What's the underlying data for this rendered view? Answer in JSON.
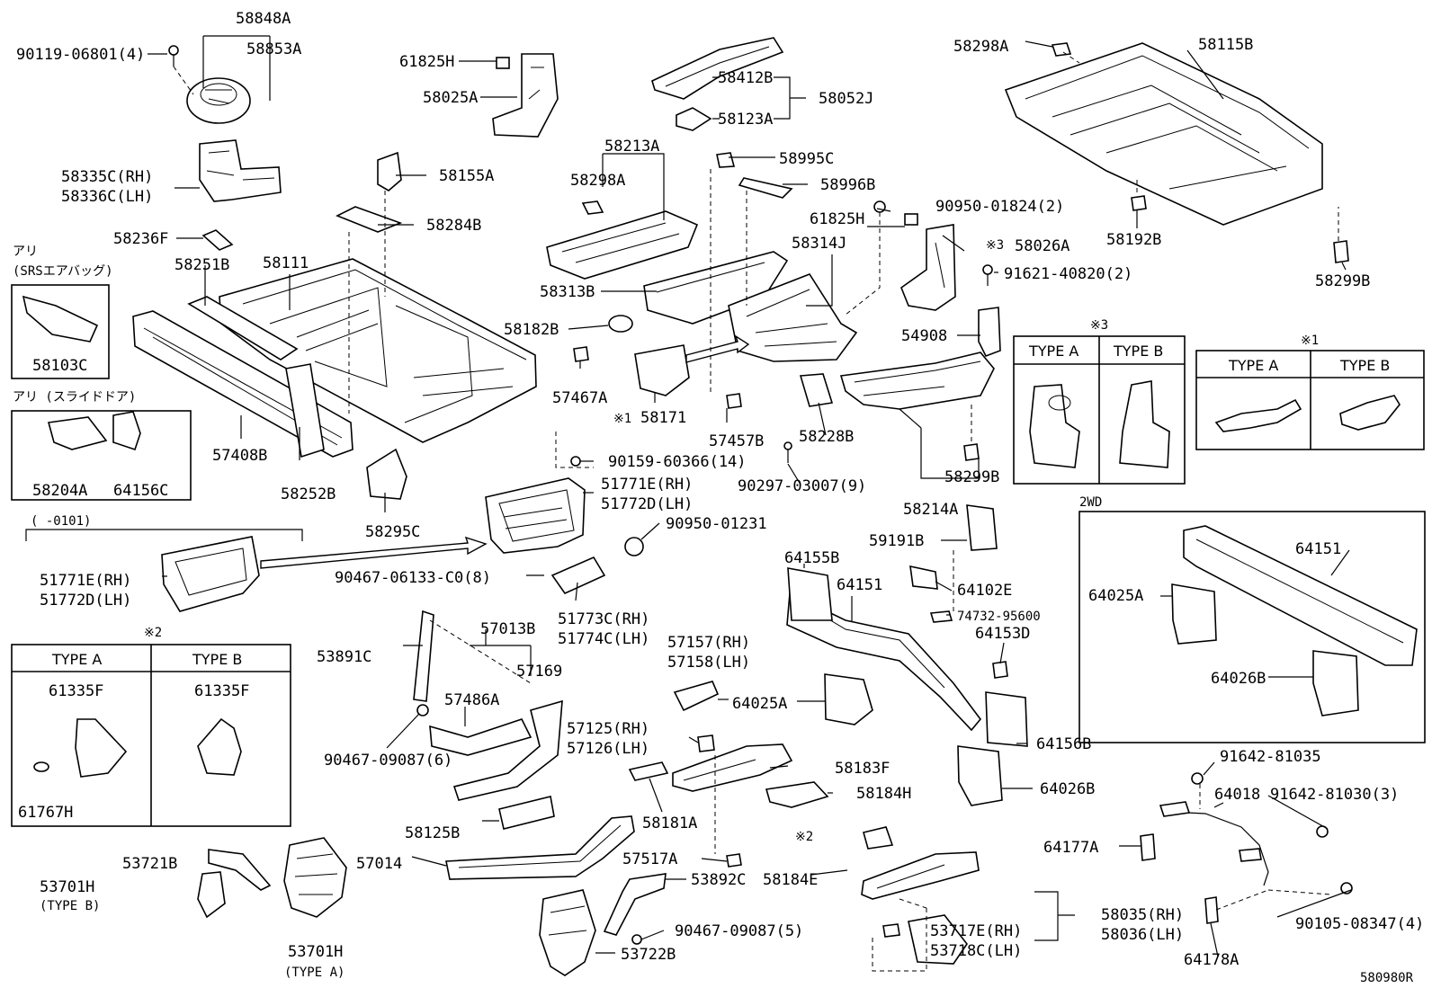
{
  "diagram_code": "580980R",
  "groups": {
    "srs_airbag": "アリ\n(SRSエアバッグ)",
    "slide_door": "アリ (スライドドア)",
    "date_range": "(  -0101)",
    "type_b_53701h": "(TYPE B)",
    "type_a_53701h": "(TYPE A)",
    "box_2wd": "2WD",
    "mark_1": "※1",
    "mark_2": "※2",
    "mark_3": "※3",
    "type_a": "TYPE A",
    "type_b": "TYPE B"
  },
  "labels": [
    {
      "id": "l1",
      "text": "58848A"
    },
    {
      "id": "l2",
      "text": "58853A"
    },
    {
      "id": "l3",
      "text": "90119-06801(4)"
    },
    {
      "id": "l4",
      "text": "58335C(RH)"
    },
    {
      "id": "l5",
      "text": "58336C(LH)"
    },
    {
      "id": "l6",
      "text": "58236F"
    },
    {
      "id": "l7",
      "text": "58251B"
    },
    {
      "id": "l8",
      "text": "58111"
    },
    {
      "id": "l9",
      "text": "58103C"
    },
    {
      "id": "l10",
      "text": "58204A"
    },
    {
      "id": "l11",
      "text": "64156C"
    },
    {
      "id": "l12",
      "text": "57408B"
    },
    {
      "id": "l13",
      "text": "58252B"
    },
    {
      "id": "l14",
      "text": "58295C"
    },
    {
      "id": "l15",
      "text": "51771E(RH)"
    },
    {
      "id": "l16",
      "text": "51772D(LH)"
    },
    {
      "id": "l17",
      "text": "61335F"
    },
    {
      "id": "l18",
      "text": "61335F"
    },
    {
      "id": "l19",
      "text": "61767H"
    },
    {
      "id": "l20",
      "text": "53701H"
    },
    {
      "id": "l21",
      "text": "53721B"
    },
    {
      "id": "l22",
      "text": "53701H"
    },
    {
      "id": "l23",
      "text": "61825H"
    },
    {
      "id": "l24",
      "text": "58025A"
    },
    {
      "id": "l25",
      "text": "58155A"
    },
    {
      "id": "l26",
      "text": "58284B"
    },
    {
      "id": "l27",
      "text": "58412B"
    },
    {
      "id": "l28",
      "text": "58052J"
    },
    {
      "id": "l29",
      "text": "58123A"
    },
    {
      "id": "l30",
      "text": "58213A"
    },
    {
      "id": "l31",
      "text": "58298A"
    },
    {
      "id": "l32",
      "text": "58995C"
    },
    {
      "id": "l33",
      "text": "58996B"
    },
    {
      "id": "l34",
      "text": "58313B"
    },
    {
      "id": "l35",
      "text": "58182B"
    },
    {
      "id": "l36",
      "text": "57467A"
    },
    {
      "id": "l37",
      "text": "58171"
    },
    {
      "id": "l38",
      "text": "57457B"
    },
    {
      "id": "l39",
      "text": "90159-60366(14)"
    },
    {
      "id": "l40",
      "text": "51771E(RH)"
    },
    {
      "id": "l41",
      "text": "51772D(LH)"
    },
    {
      "id": "l42",
      "text": "90950-01231"
    },
    {
      "id": "l43",
      "text": "90467-06133-C0(8)"
    },
    {
      "id": "l44",
      "text": "51773C(RH)"
    },
    {
      "id": "l45",
      "text": "51774C(LH)"
    },
    {
      "id": "l46",
      "text": "53891C"
    },
    {
      "id": "l47",
      "text": "57013B"
    },
    {
      "id": "l48",
      "text": "57169"
    },
    {
      "id": "l49",
      "text": "57486A"
    },
    {
      "id": "l50",
      "text": "90467-09087(6)"
    },
    {
      "id": "l51",
      "text": "57157(RH)"
    },
    {
      "id": "l52",
      "text": "57158(LH)"
    },
    {
      "id": "l53",
      "text": "57125(RH)"
    },
    {
      "id": "l54",
      "text": "57126(LH)"
    },
    {
      "id": "l55",
      "text": "58125B"
    },
    {
      "id": "l56",
      "text": "57014"
    },
    {
      "id": "l57",
      "text": "58181A"
    },
    {
      "id": "l58",
      "text": "57517A"
    },
    {
      "id": "l59",
      "text": "53892C"
    },
    {
      "id": "l60",
      "text": "90467-09087(5)"
    },
    {
      "id": "l61",
      "text": "53722B"
    },
    {
      "id": "l62",
      "text": "58183F"
    },
    {
      "id": "l63",
      "text": "58184H"
    },
    {
      "id": "l64",
      "text": "58184E"
    },
    {
      "id": "l65",
      "text": "64025A"
    },
    {
      "id": "l66",
      "text": "58314J"
    },
    {
      "id": "l67",
      "text": "61825H"
    },
    {
      "id": "l68",
      "text": "90950-01824(2)"
    },
    {
      "id": "l69",
      "text": "58026A"
    },
    {
      "id": "l70",
      "text": "91621-40820(2)"
    },
    {
      "id": "l71",
      "text": "54908"
    },
    {
      "id": "l72",
      "text": "58228B"
    },
    {
      "id": "l73",
      "text": "90297-03007(9)"
    },
    {
      "id": "l74",
      "text": "58299B"
    },
    {
      "id": "l75",
      "text": "58214A"
    },
    {
      "id": "l76",
      "text": "59191B"
    },
    {
      "id": "l77",
      "text": "64155B"
    },
    {
      "id": "l78",
      "text": "64151"
    },
    {
      "id": "l79",
      "text": "64102E"
    },
    {
      "id": "l80",
      "text": "74732-95600"
    },
    {
      "id": "l81",
      "text": "64153D"
    },
    {
      "id": "l82",
      "text": "64156B"
    },
    {
      "id": "l83",
      "text": "64026B"
    },
    {
      "id": "l84",
      "text": "53717E(RH)"
    },
    {
      "id": "l85",
      "text": "53718C(LH)"
    },
    {
      "id": "l86",
      "text": "58035(RH)"
    },
    {
      "id": "l87",
      "text": "58036(LH)"
    },
    {
      "id": "l88",
      "text": "58298A"
    },
    {
      "id": "l89",
      "text": "58115B"
    },
    {
      "id": "l90",
      "text": "58192B"
    },
    {
      "id": "l91",
      "text": "58299B"
    },
    {
      "id": "l92",
      "text": "64151"
    },
    {
      "id": "l93",
      "text": "64025A"
    },
    {
      "id": "l94",
      "text": "64026B"
    },
    {
      "id": "l95",
      "text": "91642-81035"
    },
    {
      "id": "l96",
      "text": "64018"
    },
    {
      "id": "l97",
      "text": "91642-81030(3)"
    },
    {
      "id": "l98",
      "text": "64177A"
    },
    {
      "id": "l99",
      "text": "90105-08347(4)"
    },
    {
      "id": "l100",
      "text": "64178A"
    }
  ]
}
